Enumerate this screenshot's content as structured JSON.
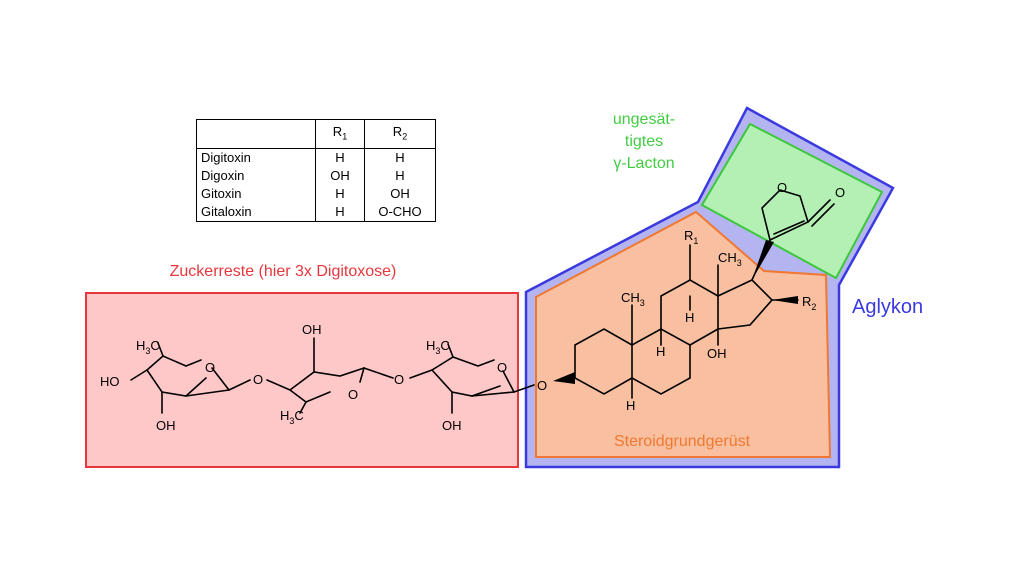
{
  "table": {
    "headers": [
      "",
      "R1",
      "R2"
    ],
    "rows": [
      {
        "name": "Digitoxin",
        "r1": "H",
        "r2": "H"
      },
      {
        "name": "Digoxin",
        "r1": "OH",
        "r2": "H"
      },
      {
        "name": "Gitoxin",
        "r1": "H",
        "r2": "OH"
      },
      {
        "name": "Gitaloxin",
        "r1": "H",
        "r2": "O-CHO"
      }
    ]
  },
  "labels": {
    "sugars": "Zuckerreste (hier 3x Digitoxose)",
    "lacton_1": "ungesät-",
    "lacton_2": "tigtes",
    "lacton_3": "γ-Lacton",
    "aglykon": "Aglykon",
    "steroid": "Steroidgrundgerüst"
  },
  "atoms": {
    "ho": "HO",
    "oh": "OH",
    "o": "O",
    "h": "H",
    "ch3": "CH",
    "h3c": "H",
    "h3c_tail": "C",
    "sub3": "3",
    "r": "R",
    "sub1": "1",
    "sub2": "2"
  },
  "colors": {
    "sugar_fill": "#ffc8c8",
    "sugar_stroke": "#e8373c",
    "sugar_text": "#e8373c",
    "aglykon_stroke": "#3a3ae0",
    "aglykon_fill": "#b4b4f0",
    "steroid_fill": "#f8c0a0",
    "steroid_stroke": "#f07830",
    "steroid_text": "#f07830",
    "lacton_fill": "#b4f0b4",
    "lacton_stroke": "#3cc83c",
    "lacton_text": "#44cc44"
  }
}
